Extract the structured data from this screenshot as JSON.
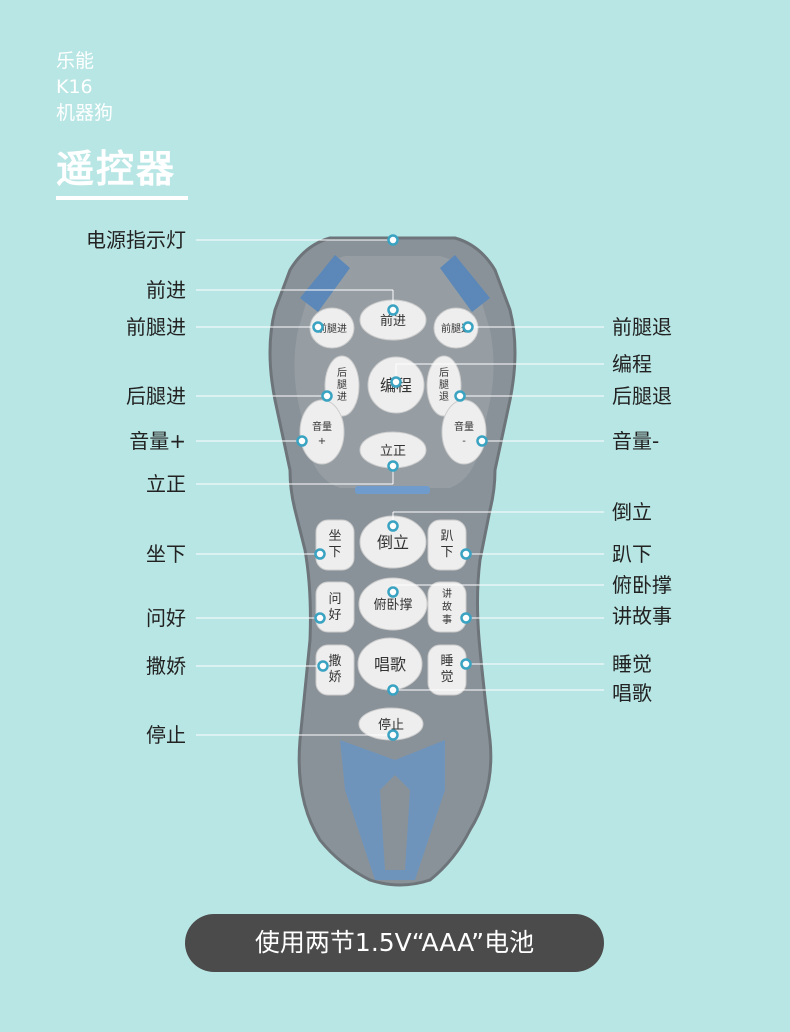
{
  "brand": {
    "line1": "乐能",
    "line2": "K16",
    "line3": "机器狗"
  },
  "title": "遥控器",
  "labels_left": {
    "power_indicator": "电源指示灯",
    "forward": "前进",
    "front_leg_forward": "前腿进",
    "rear_leg_forward": "后腿进",
    "volume_up": "音量+",
    "stand_straight": "立正",
    "sit_down": "坐下",
    "greet": "问好",
    "act_cute": "撒娇",
    "stop": "停止"
  },
  "labels_right": {
    "front_leg_back": "前腿退",
    "program": "编程",
    "rear_leg_back": "后腿退",
    "volume_down": "音量-",
    "handstand": "倒立",
    "lie_down": "趴下",
    "push_up": "俯卧撑",
    "tell_story": "讲故事",
    "sleep": "睡觉",
    "sing": "唱歌"
  },
  "buttons": {
    "forward": "前进",
    "front_leg_forward": "前腿进",
    "front_leg_back": "前腿退",
    "program": "编程",
    "rear_leg_forward_l1": "后",
    "rear_leg_forward_l2": "腿",
    "rear_leg_forward_l3": "进",
    "rear_leg_back_l1": "后",
    "rear_leg_back_l2": "腿",
    "rear_leg_back_l3": "退",
    "volume_up_l1": "音量",
    "volume_up_l2": "+",
    "volume_down_l1": "音量",
    "volume_down_l2": "-",
    "stand_straight": "立正",
    "handstand": "倒立",
    "sit_l1": "坐",
    "sit_l2": "下",
    "lie_l1": "趴",
    "lie_l2": "下",
    "greet_l1": "问",
    "greet_l2": "好",
    "push_up": "俯卧撑",
    "story_l1": "讲",
    "story_l2": "故",
    "story_l3": "事",
    "cute_l1": "撒",
    "cute_l2": "娇",
    "sing": "唱歌",
    "sleep_l1": "睡",
    "sleep_l2": "觉",
    "stop": "停止"
  },
  "footer": "使用两节1.5V“AAA”电池",
  "colors": {
    "background": "#b8e6e4",
    "remote_body": "#8a9299",
    "button": "#eeeeee",
    "accent_blue": "#5b88b8",
    "marker": "#3aa3c2"
  }
}
